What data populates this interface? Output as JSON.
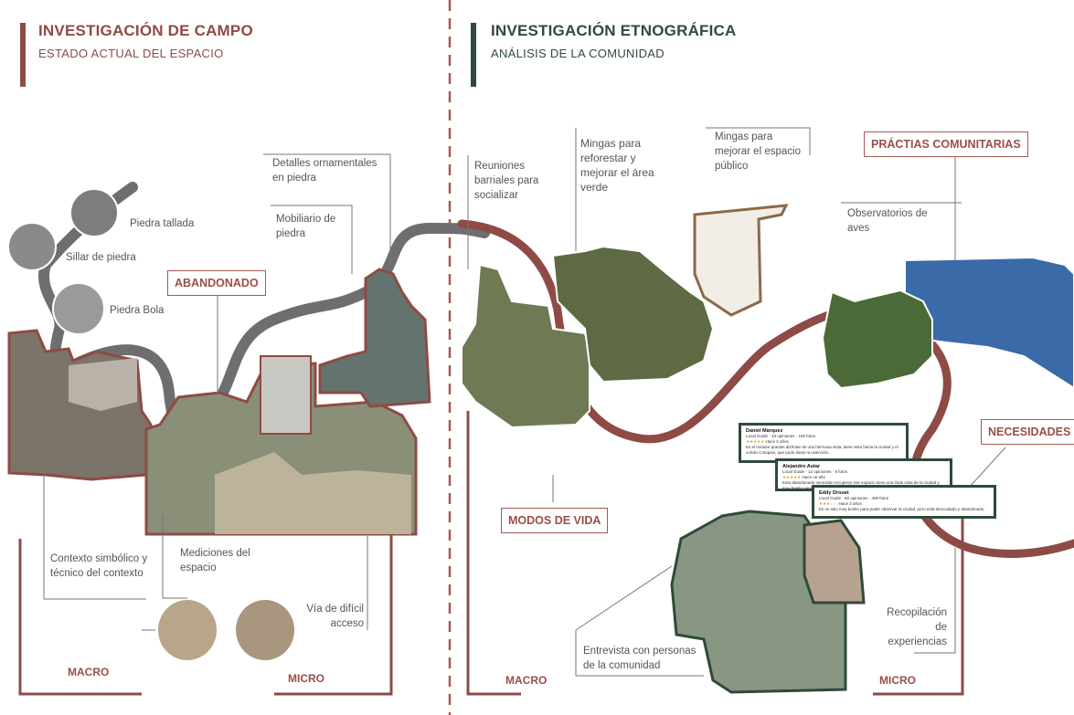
{
  "left": {
    "title": "INVESTIGACIÓN DE CAMPO",
    "subtitle": "ESTADO ACTUAL DEL ESPACIO",
    "labels": {
      "piedra_tallada": "Piedra tallada",
      "sillar": "Sillar de piedra",
      "piedra_bola": "Piedra Bola",
      "detalles": "Detalles ornamentales en piedra",
      "mobiliario": "Mobiliario de piedra",
      "abandonado": "ABANDONADO",
      "contexto": "Contexto simbólico y técnico del contexto",
      "mediciones": "Mediciones del espacio",
      "via": "Vía de difícil acceso",
      "macro": "MACRO",
      "micro": "MICRO"
    }
  },
  "right": {
    "title": "INVESTIGACIÓN ETNOGRÁFICA",
    "subtitle": "ANÁLISIS DE LA COMUNIDAD",
    "labels": {
      "reuniones": "Reuniones barriales para socializar",
      "mingas_reforestar": "Mingas para reforestar y mejorar el área verde",
      "mingas_espacio": "Mingas para mejorar el espacio público",
      "practicas": "PRÁCTIAS COMUNITARIAS",
      "observatorios": "Observatorios de aves",
      "necesidades": "NECESIDADES",
      "modos": "MODOS DE VIDA",
      "entrevista": "Entrevista con personas de la comunidad",
      "recopilacion": "Recopilación de experiencias",
      "macro": "MACRO",
      "micro": "MICRO"
    },
    "reviews": [
      {
        "name": "Daniel Marquez",
        "meta": "Local Guide · 33 opiniones · 160 fotos",
        "when": "Hace 2 años",
        "text": "Es el mirador quedas disfrutar de una hermosa vista, tiene vista hacia la ciudad y el volcán Cotopaxi, que pudo darse su atención..."
      },
      {
        "name": "Alejandro Autar",
        "meta": "Local Guide · 12 opiniones · 8 fotos",
        "when": "Hace un año",
        "text": "Esta abandonado necesitan recuperar ese espacio tiene una linda vista de la ciudad y muy bonito para..."
      },
      {
        "name": "Eddy Drouet",
        "meta": "Local Guide · 50 opiniones · 409 fotos",
        "when": "Hace 2 años",
        "text": "Es un sitio muy bonito para poder observar la ciudad, pero está descuidado y abandonado."
      }
    ]
  },
  "colors": {
    "brown": "#8e4b45",
    "green": "#2f4a3a",
    "grey_path": "#6e6e70",
    "label_grey": "#555555"
  }
}
